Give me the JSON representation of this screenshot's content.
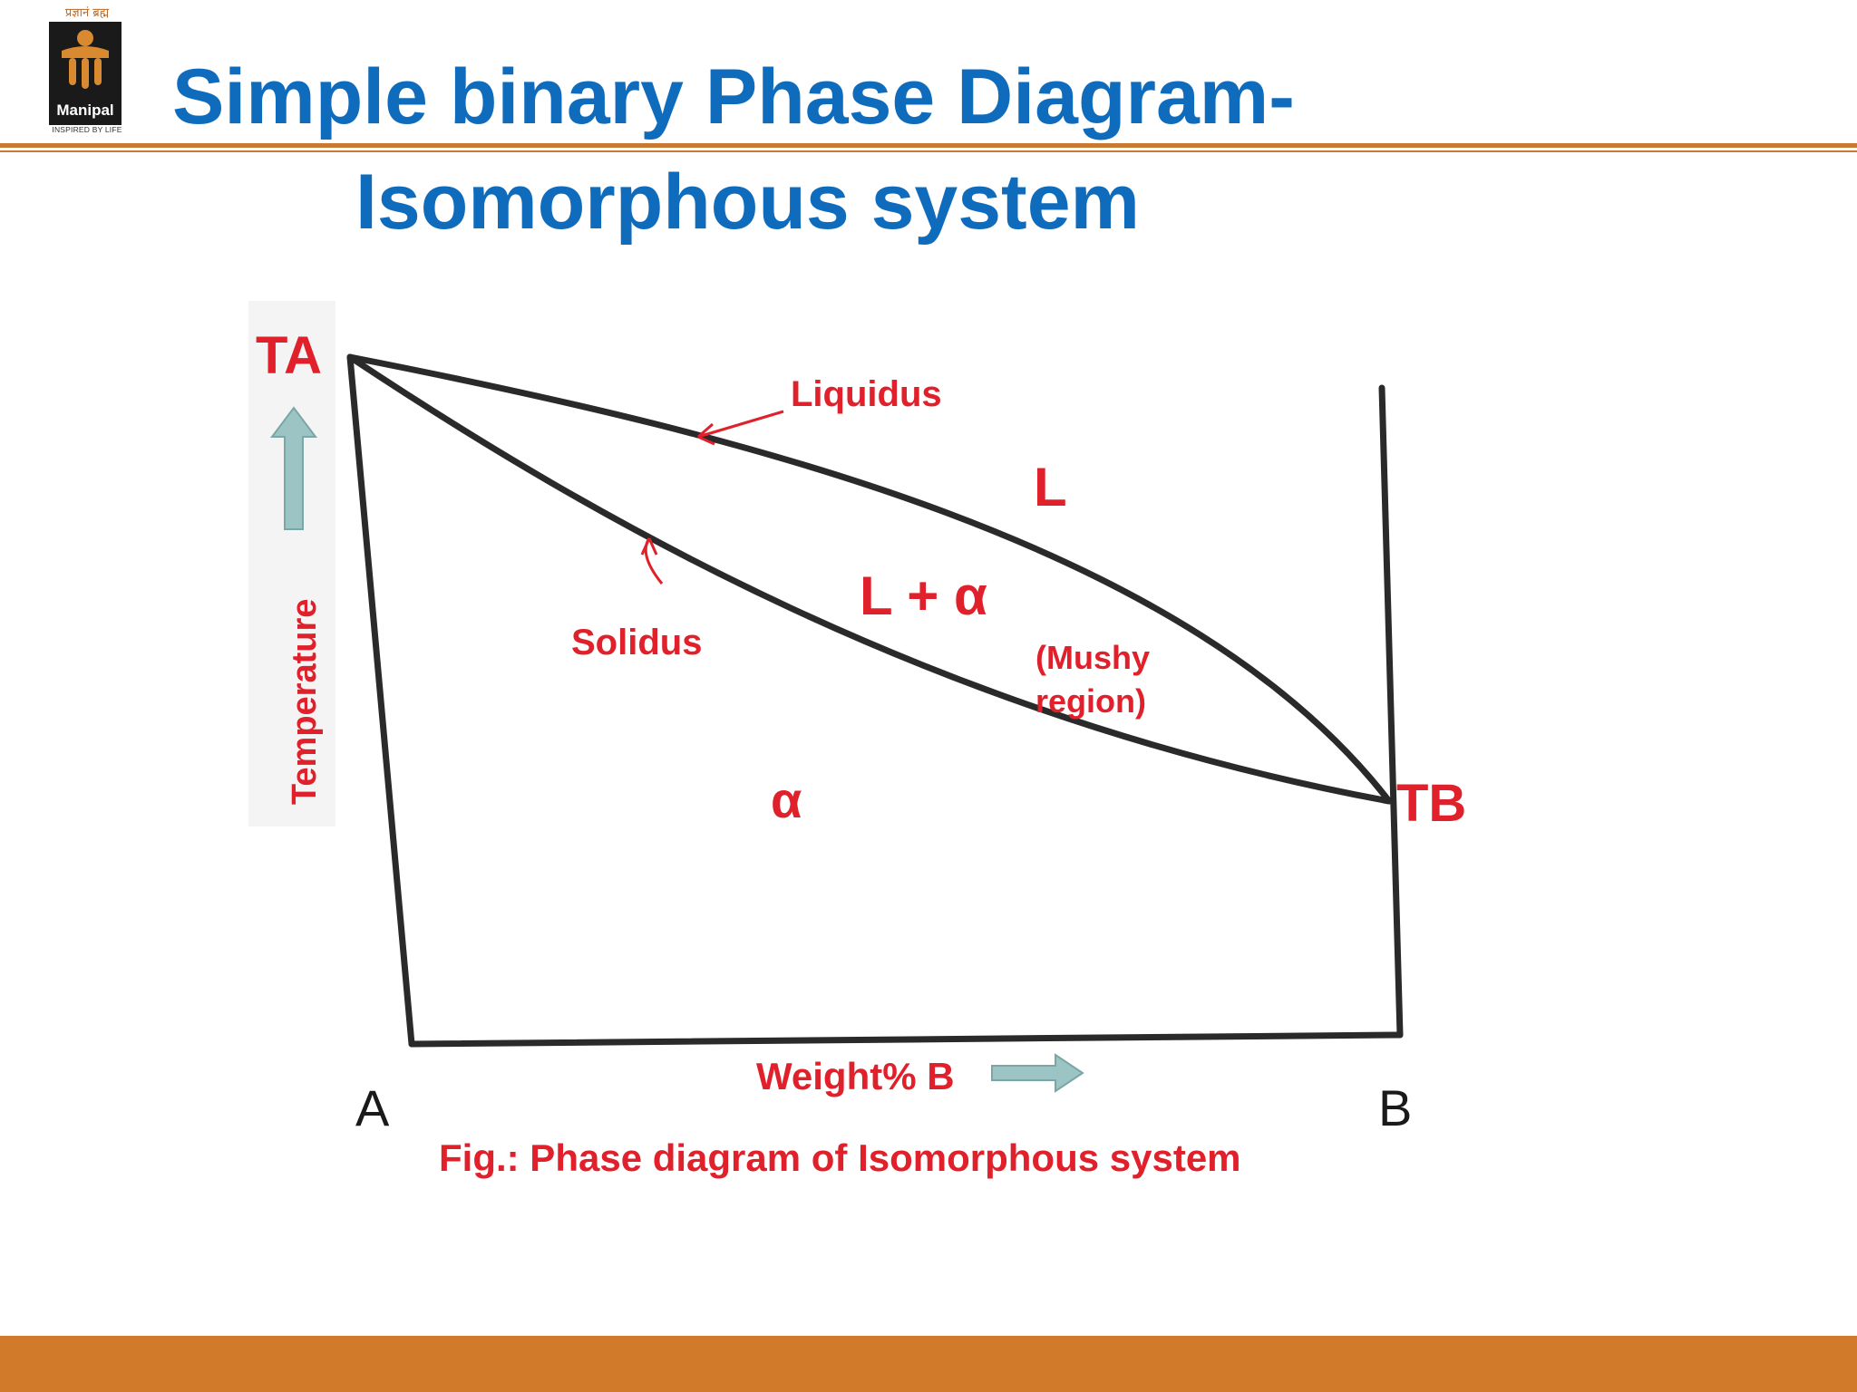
{
  "logo": {
    "top_text": "प्रज्ञानं ब्रह्म",
    "name": "Manipal",
    "tagline": "INSPIRED BY LIFE"
  },
  "slide": {
    "title_line1": "Simple binary Phase Diagram-",
    "title_line2": "Isomorphous system"
  },
  "diagram": {
    "ta": "TA",
    "tb": "TB",
    "liquidus": "Liquidus",
    "solidus": "Solidus",
    "region_liquid": "L",
    "region_mushy": "L + α",
    "mushy_note_1": "(Mushy",
    "mushy_note_2": "region)",
    "region_alpha": "α",
    "y_axis": "Temperature",
    "x_axis": "Weight% B",
    "corner_a": "A",
    "corner_b": "B",
    "caption": "Fig.: Phase diagram of Isomorphous  system"
  },
  "colors": {
    "title_blue": "#0f6cbd",
    "accent_orange": "#d07a2a",
    "label_red": "#e0202a",
    "arrow_teal": "#9cc4c4"
  }
}
